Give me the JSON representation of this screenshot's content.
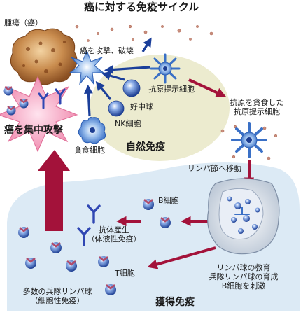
{
  "title": "癌に対する免疫サイクル",
  "labels": {
    "tumor": "腫瘍（癌）",
    "attack_destroy": "癌を攻撃、破壊",
    "apc": "抗原提示細胞",
    "neutrophil": "好中球",
    "nk_cell": "NK細胞",
    "macrophage": "貪食細胞",
    "innate_immunity": "自然免疫",
    "apc_after_phagocytosis_line1": "抗原を貪食した",
    "apc_after_phagocytosis_line2": "抗原提示細胞",
    "move_to_lymph_node": "リンパ節へ移動",
    "concentrated_attack": "癌を集中攻撃",
    "b_cell": "B細胞",
    "antibody_line1": "抗体産生",
    "antibody_line2": "（体液性免疫）",
    "lymph_line1": "リンパ球の教育",
    "lymph_line2": "兵隊リンパ球の育成",
    "lymph_line3": "B細胞を刺激",
    "t_cell": "T細胞",
    "many_soldiers_line1": "多数の兵隊リンパ球",
    "many_soldiers_line2": "（細胞性免疫）",
    "acquired_immunity": "獲得免疫"
  },
  "colors": {
    "innate_bg": "#ecebcf",
    "acquired_bg": "#dceaf5",
    "arrow_blue": "#1b3f9a",
    "arrow_red": "#a3123a",
    "cell_blue": "#2f56b8",
    "tumor": "#b87333",
    "burst_pink": "#f28fb0"
  }
}
